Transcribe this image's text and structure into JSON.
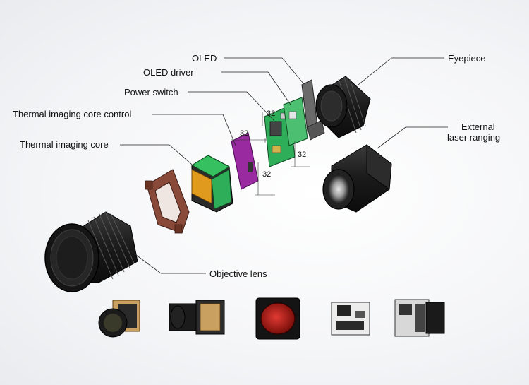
{
  "labels": {
    "oled": "OLED",
    "oled_driver": "OLED driver",
    "power_switch": "Power switch",
    "core_control": "Thermal imaging core control",
    "core": "Thermal imaging core",
    "eyepiece": "Eyepiece",
    "laser_line1": "External",
    "laser_line2": "laser ranging",
    "objective": "Objective lens"
  },
  "dimensions": {
    "d1": "32",
    "d2": "32",
    "d3": "32",
    "d4": "32"
  },
  "colors": {
    "pcb_green": "#2fae5a",
    "control_purple": "#9a2aa0",
    "core_orange": "#e09a1e",
    "frame_brown": "#8a4a3a",
    "lens_dark": "#1c1c1c"
  }
}
